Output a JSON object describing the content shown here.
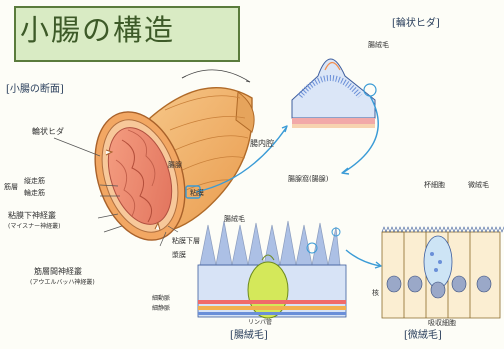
{
  "title": "小腸の構造",
  "cross_section": {
    "heading": "[小腸の断面]",
    "labels": {
      "circular_folds": "輪状ヒダ",
      "wall_group": "筋層",
      "longitudinal": "縦走筋",
      "circular": "輪走筋",
      "submucosal_plexus": "粘膜下神経叢",
      "meissner": "(マイスナー神経叢)",
      "myenteric_plexus": "筋層間神経叢",
      "auerbach": "(アウエルバッハ神経叢)",
      "intestinal_gland": "腸腺",
      "lumen": "腸内腔",
      "mucosa": "粘膜",
      "submucosa": "粘膜下層",
      "serosa": "漿膜"
    }
  },
  "fold": {
    "heading": "[輪状ヒダ]",
    "labels": {
      "villus": "腸絨毛"
    }
  },
  "villus": {
    "heading": "[腸絨毛]",
    "labels": {
      "top": "腸絨毛",
      "crypt": "腸腺窩(腸腺)",
      "lymph": "リンパ管",
      "artery": "細動脈",
      "vein": "細静脈"
    }
  },
  "microvilli": {
    "heading": "[微絨毛]",
    "labels": {
      "goblet": "杯細胞",
      "microvillus": "微絨毛",
      "nucleus": "核",
      "absorptive": "吸収細胞"
    }
  },
  "colors": {
    "title_bg": "#d9ebc4",
    "outer_wall": "#f0b56a",
    "inner_wall": "#f08c6c",
    "villus_blue": "#6a8fd8",
    "lacteal_green": "#c9e34a",
    "arrow_blue": "#3a9bd6"
  }
}
